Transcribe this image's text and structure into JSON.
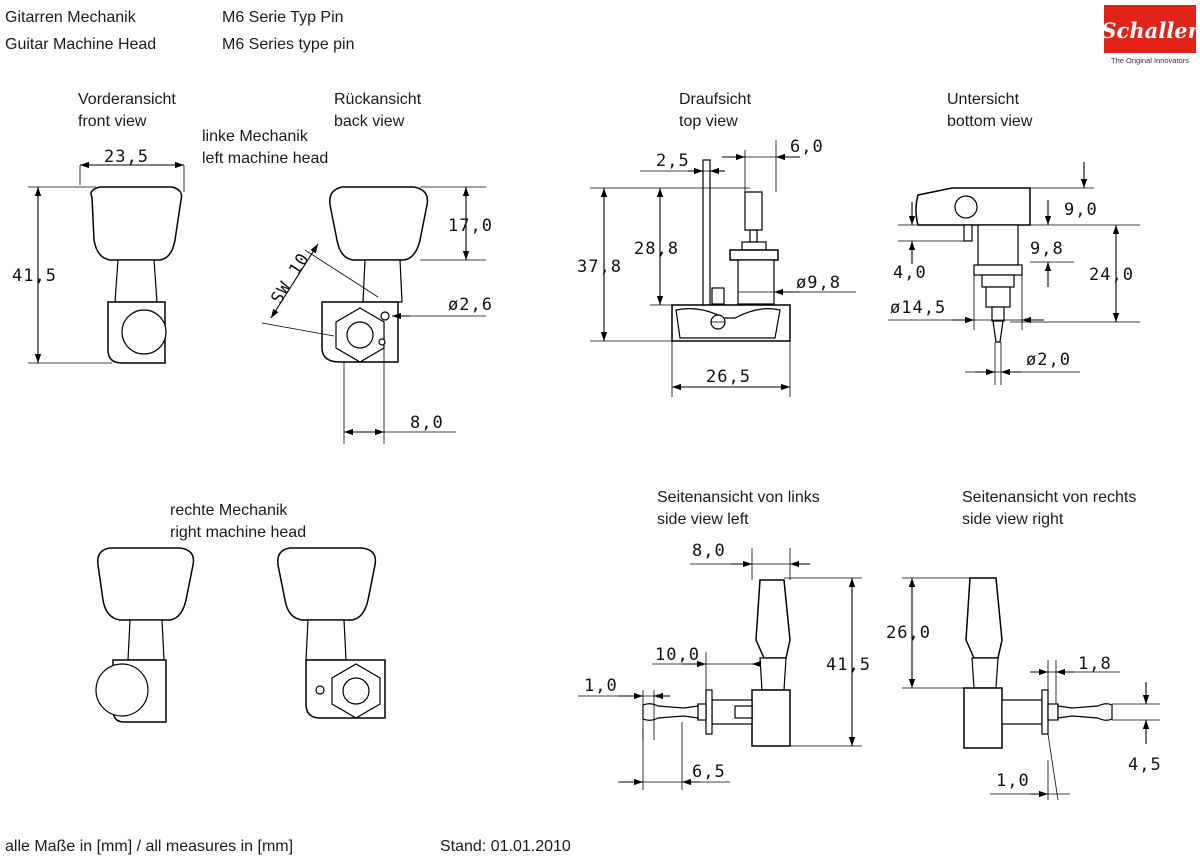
{
  "header": {
    "title_de": "Gitarren Mechanik",
    "title_en": "Guitar Machine Head",
    "series_de": "M6 Serie Typ Pin",
    "series_en": "M6 Series type pin"
  },
  "logo": {
    "brand": "Schaller",
    "tagline": "The Original Innovators",
    "color": "#e2231a"
  },
  "views": {
    "front": {
      "de": "Vorderansicht",
      "en": "front view"
    },
    "back": {
      "de": "Rückansicht",
      "en": "back view"
    },
    "left_head": {
      "de": "linke Mechanik",
      "en": "left machine head"
    },
    "top": {
      "de": "Draufsicht",
      "en": "top view"
    },
    "bottom": {
      "de": "Untersicht",
      "en": "bottom view"
    },
    "right_head": {
      "de": "rechte Mechanik",
      "en": "right machine head"
    },
    "side_left": {
      "de": "Seitenansicht von links",
      "en": "side view left"
    },
    "side_right": {
      "de": "Seitenansicht von rechts",
      "en": "side view right"
    }
  },
  "dimensions": {
    "front_width": "23,5",
    "front_height": "41,5",
    "back_button": "17,0",
    "back_sw": "SW 10",
    "back_pin": "ø2,6",
    "back_offset": "8,0",
    "top_a": "2,5",
    "top_b": "6,0",
    "top_height": "37,8",
    "top_mid": "28,8",
    "top_dia": "ø9,8",
    "top_width": "26,5",
    "bot_a": "9,0",
    "bot_b": "9,8",
    "bot_c": "4,0",
    "bot_height": "24,0",
    "bot_dia1": "ø14,5",
    "bot_dia2": "ø2,0",
    "sl_top": "8,0",
    "sl_mid": "10,0",
    "sl_left": "1,0",
    "sl_bottom": "6,5",
    "sl_height": "41,5",
    "sr_height": "26,0",
    "sr_right": "1,8",
    "sr_bottom": "1,0",
    "sr_small": "4,5"
  },
  "footer": {
    "units": "alle Maße in [mm] / all measures in [mm]",
    "date": "Stand: 01.01.2010"
  }
}
